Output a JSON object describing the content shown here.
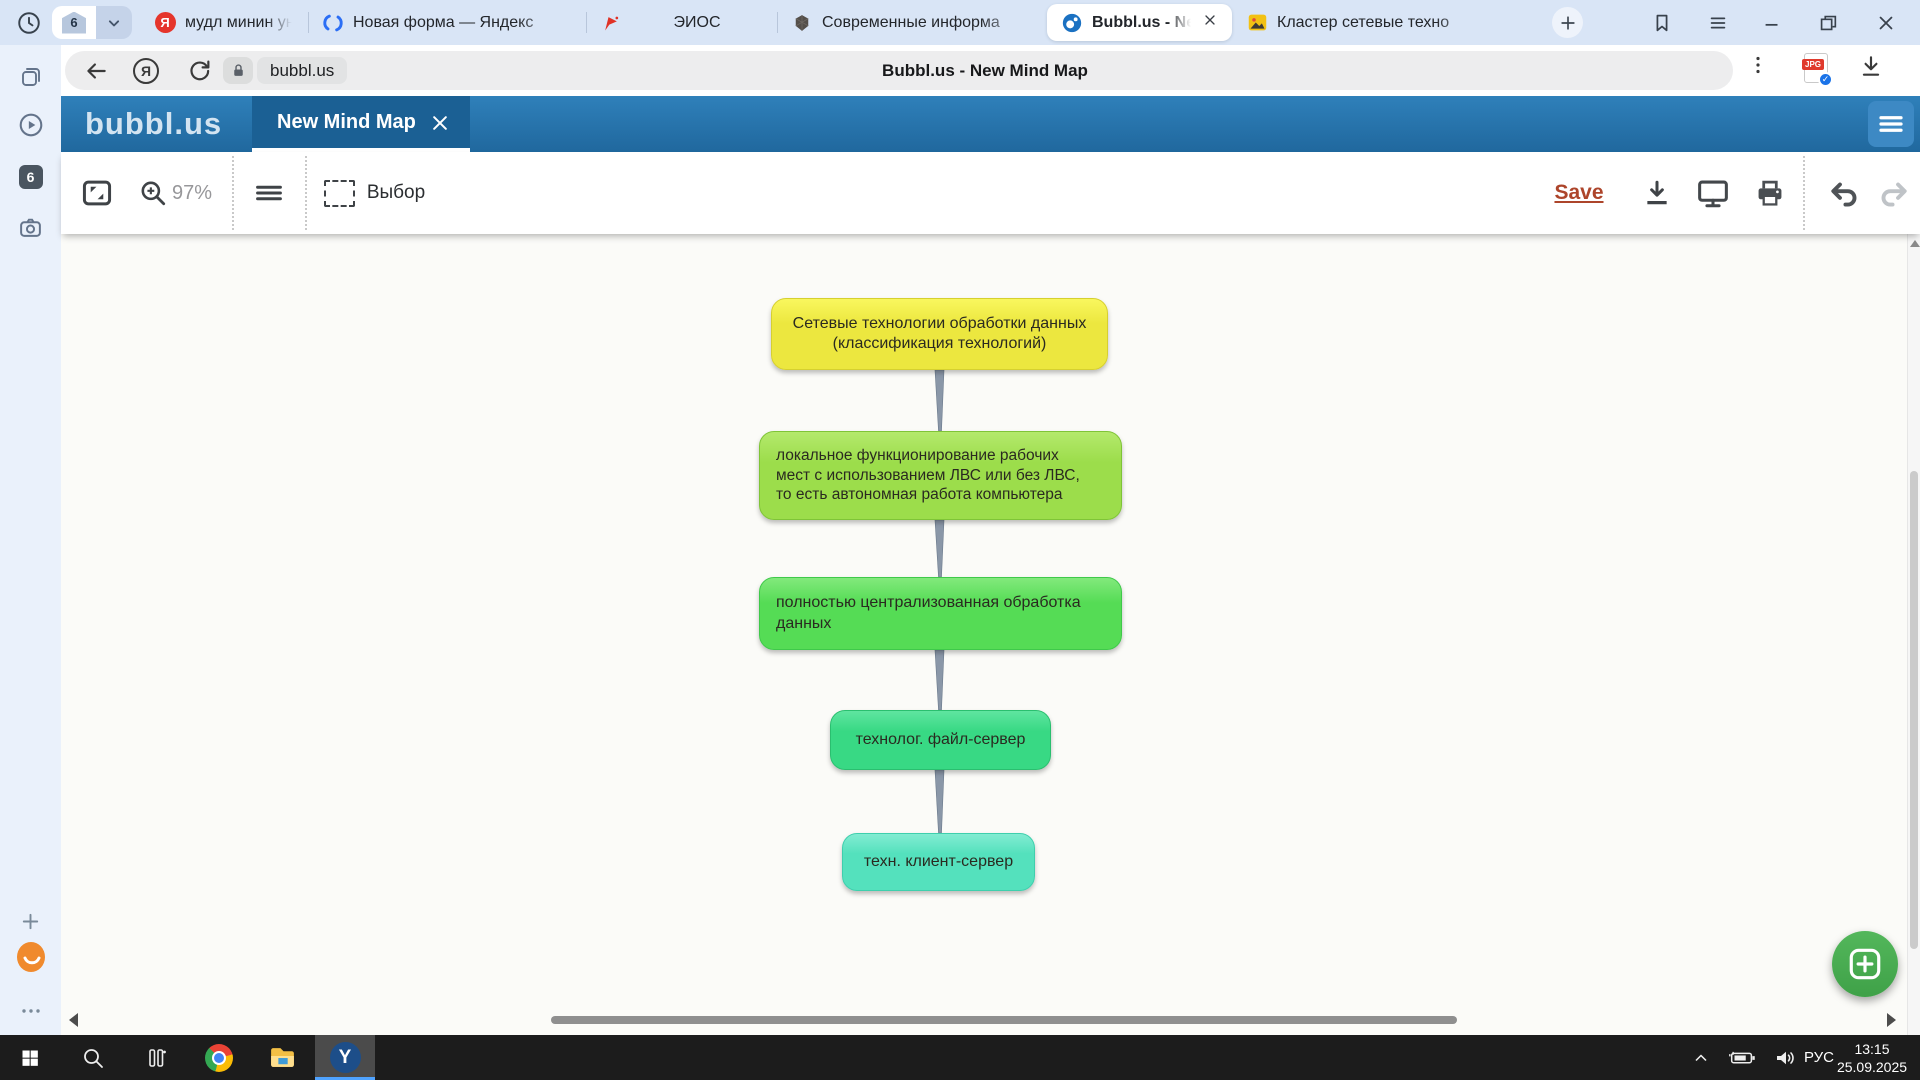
{
  "colors": {
    "header_blue": "#2878b4",
    "doc_tab_blue": "#1b6094",
    "save_red": "#ad452b",
    "connector_gray": "#8a97a8",
    "fab_green": "#47ad4e",
    "taskbar_bg": "#1c1c1c",
    "tabrow_bg": "#d9e5f6",
    "yandex_active_underline": "#4fa3ff"
  },
  "browser": {
    "tab_counter": "6",
    "tabs": [
      {
        "title": "мудл минин универ — ",
        "icon": "yandex-icon"
      },
      {
        "title": "Новая форма — Яндекс",
        "icon": "forms-icon"
      },
      {
        "title": "ЭИОС",
        "icon": "flag-icon"
      },
      {
        "title": "Современные информа",
        "icon": "cube-icon"
      },
      {
        "title": "Bubbl.us - New Mind",
        "icon": "bubbl-icon"
      },
      {
        "title": "Кластер сетевые техно",
        "icon": "image-icon"
      }
    ],
    "address": {
      "domain": "bubbl.us",
      "page_title": "Bubbl.us - New Mind Map",
      "jpg_badge_label": "JPG"
    },
    "sidebar_badge": "6"
  },
  "app": {
    "logo": "bubbl.us",
    "doc_tab": "New Mind Map",
    "toolbar": {
      "zoom_level": "97%",
      "select_label": "Выбор",
      "save_label": "Save"
    }
  },
  "mindmap": {
    "nodes": [
      {
        "text": "Сетевые технологии обработки данных\n(классификация технологий)",
        "color_top": "#f9f75e",
        "color_bottom": "#ece73f",
        "border": "#d6d02f",
        "align": "center"
      },
      {
        "text": "локальное функционирование рабочих\nмест с использованием ЛВС или без ЛВС,\nто есть автономная работа компьютера",
        "color_top": "#b4e96c",
        "color_bottom": "#9cdd4b",
        "border": "#7fc437",
        "align": "left"
      },
      {
        "text": "полностью централизованная обработка\nданных",
        "color_top": "#82e97c",
        "color_bottom": "#55dc55",
        "border": "#3fc94a",
        "align": "left"
      },
      {
        "text": "технолог. файл-сервер",
        "color_top": "#5fe5a0",
        "color_bottom": "#38d984",
        "border": "#2abf6f",
        "align": "center"
      },
      {
        "text": "техн. клиент-сервер",
        "color_top": "#82ecd2",
        "color_bottom": "#54e1bd",
        "border": "#3ecfad",
        "align": "center"
      }
    ]
  },
  "taskbar": {
    "lang": "РУС",
    "time": "13:15",
    "date": "25.09.2025"
  },
  "icons": {
    "yandex_letter": "Я",
    "y_letter": "Y"
  }
}
